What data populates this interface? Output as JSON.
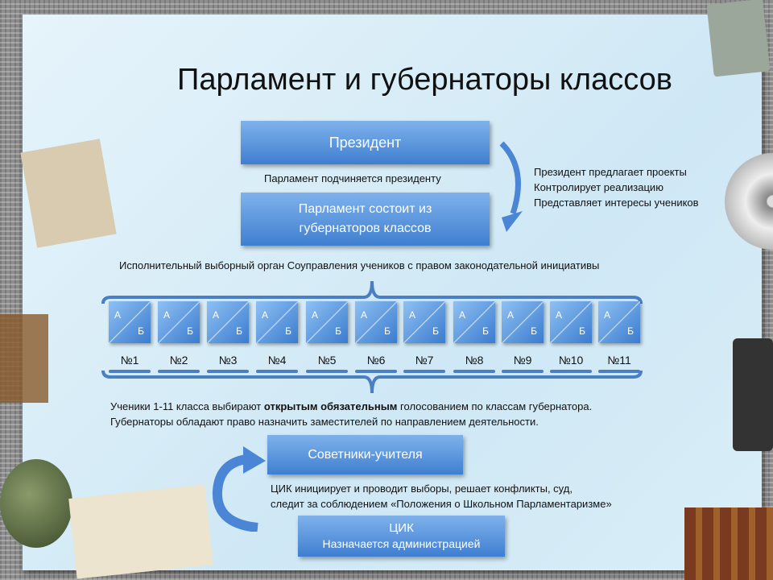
{
  "title": "Парламент и губернаторы классов",
  "president": "Президент",
  "parliament_sub": "Парламент подчиняется президенту",
  "parliament_box": [
    "Парламент состоит  из",
    "губернаторов классов"
  ],
  "president_notes": [
    "Президент предлагает проекты",
    "Контролирует реализацию",
    "Представляет интересы учеников"
  ],
  "executive_note": "Исполнительный выборный орган Соуправления учеников с правом законодательной инициативы",
  "class_letters": {
    "a": "А",
    "b": "Б"
  },
  "classes": [
    "№1",
    "№2",
    "№3",
    "№4",
    "№5",
    "№6",
    "№7",
    "№8",
    "№9",
    "№10",
    "№11"
  ],
  "election_note": {
    "pre": "Ученики 1-11 класса выбирают ",
    "bold": "открытым обязательным",
    "post": " голосованием по классам губернатора.",
    "line2": "Губернаторы обладают право назначить заместителей по направлением деятельности."
  },
  "advisors": "Советники-учителя",
  "cik_note": [
    "ЦИК инициирует и проводит выборы, решает конфликты, суд,",
    "следит за соблюдением «Положения о Школьном Парламентаризме»"
  ],
  "cik_box": {
    "title": "ЦИК",
    "sub": "Назначается администрацией"
  },
  "colors": {
    "box_top": "#7fb2ec",
    "box_bottom": "#3f7fd0",
    "bracket": "#4a7fc4"
  }
}
